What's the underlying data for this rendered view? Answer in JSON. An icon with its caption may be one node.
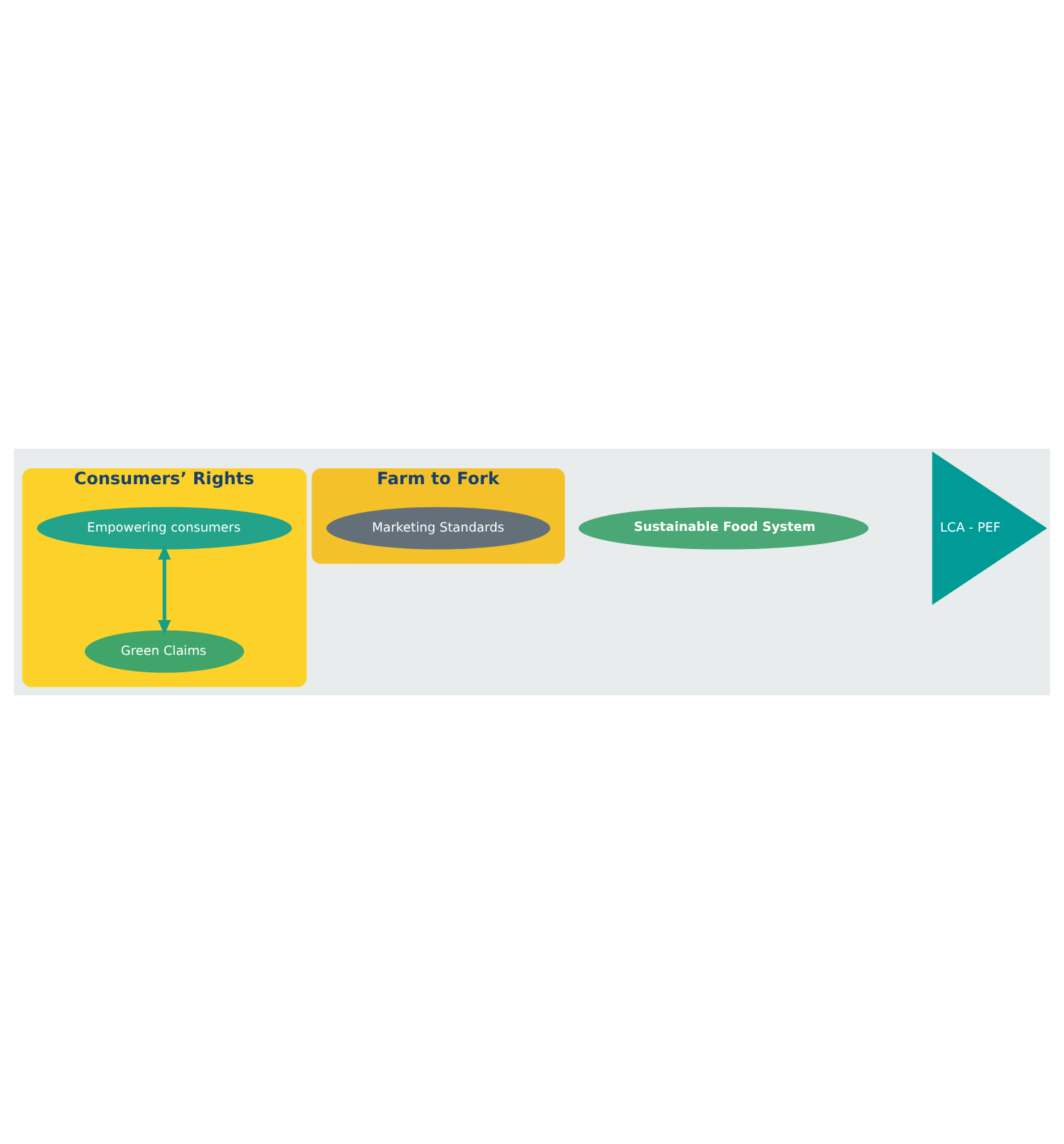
{
  "diagram": {
    "nodes": [
      {
        "text": [
          "Consumers’ Rights"
        ]
      },
      {
        "text": [
          "Farm to Fork"
        ]
      },
      {
        "text": [
          "Empowering consumers"
        ],
        "in": 0
      },
      {
        "text": [
          "Green Claims"
        ],
        "in": 0
      },
      {
        "text": [
          "Marketing Standards"
        ],
        "in": 1
      },
      {
        "text": [
          "Sustainable Food System"
        ]
      },
      {
        "text": [
          "LCA - PEF"
        ]
      }
    ],
    "edges": [
      {
        "from": 2,
        "to": 3,
        "arrow": "both"
      }
    ]
  }
}
